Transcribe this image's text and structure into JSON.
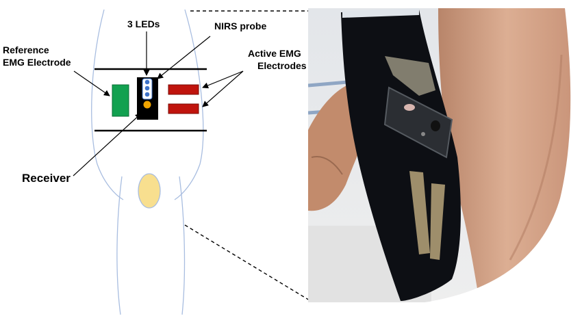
{
  "labels": {
    "leds": "3 LEDs",
    "nirs_probe": "NIRS probe",
    "reference_line1": "Reference",
    "reference_line2": "EMG Electrode",
    "active_line1": "Active EMG",
    "active_line2": "Electrodes",
    "receiver": "Receiver"
  },
  "colors": {
    "reference_electrode": "#12a150",
    "active_electrodes": "#c0140d",
    "led": "#3e73c9",
    "receiver": "#f2a500",
    "knee_pad": "#f8df8f",
    "leg_outline": "#a8bde0",
    "probe_body": "#000000"
  }
}
